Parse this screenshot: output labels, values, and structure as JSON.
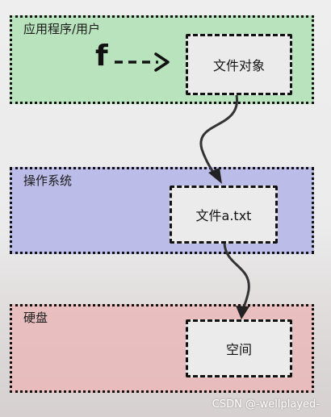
{
  "layers": {
    "app": {
      "label": "应用程序/用户",
      "color": "#b9e3bd"
    },
    "os": {
      "label": "操作系统",
      "color": "#bcbce8"
    },
    "disk": {
      "label": "硬盘",
      "color": "#ecb4b4"
    }
  },
  "boxes": {
    "file_object": "文件对象",
    "file_a": "文件a.txt",
    "space": "空间"
  },
  "pointer": {
    "symbol": "f",
    "arrow": "--->"
  },
  "watermark": "CSDN @-wellplayed-"
}
